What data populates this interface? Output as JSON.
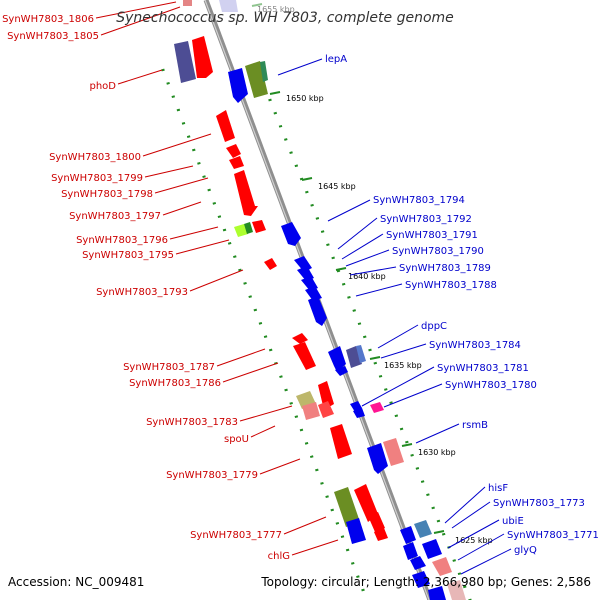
{
  "title": "Synechococcus sp. WH 7803, complete genome",
  "footer": {
    "accession": "Accession: NC_009481",
    "summary": "Topology: circular; Length: 2,366,980 bp; Genes: 2,586"
  },
  "ruler": [
    {
      "label": "1655 kbp",
      "faded": true
    },
    {
      "label": "1650 kbp"
    },
    {
      "label": "1645 kbp"
    },
    {
      "label": "1640 kbp"
    },
    {
      "label": "1635 kbp"
    },
    {
      "label": "1630 kbp"
    },
    {
      "label": "1625 kbp"
    }
  ],
  "genes_left": [
    "SynWH7803_1806",
    "SynWH7803_1805",
    "phoD",
    "SynWH7803_1800",
    "SynWH7803_1799",
    "SynWH7803_1798",
    "SynWH7803_1797",
    "SynWH7803_1796",
    "SynWH7803_1795",
    "SynWH7803_1793",
    "SynWH7803_1787",
    "SynWH7803_1786",
    "SynWH7803_1783",
    "spoU",
    "SynWH7803_1779",
    "SynWH7803_1777",
    "chlG"
  ],
  "genes_right": [
    "lepA",
    "SynWH7803_1794",
    "SynWH7803_1792",
    "SynWH7803_1791",
    "SynWH7803_1790",
    "SynWH7803_1789",
    "SynWH7803_1788",
    "dppC",
    "SynWH7803_1784",
    "SynWH7803_1781",
    "SynWH7803_1780",
    "rsmB",
    "hisF",
    "SynWH7803_1773",
    "ubiE",
    "SynWH7803_1771",
    "glyQ"
  ],
  "colors": {
    "forward_strand": "#ff0000",
    "reverse_strand": "#0000ff",
    "left_label": "#cc0000",
    "right_label": "#0000cc",
    "backbone": "#999999",
    "ruler_tick": "#228b22"
  }
}
